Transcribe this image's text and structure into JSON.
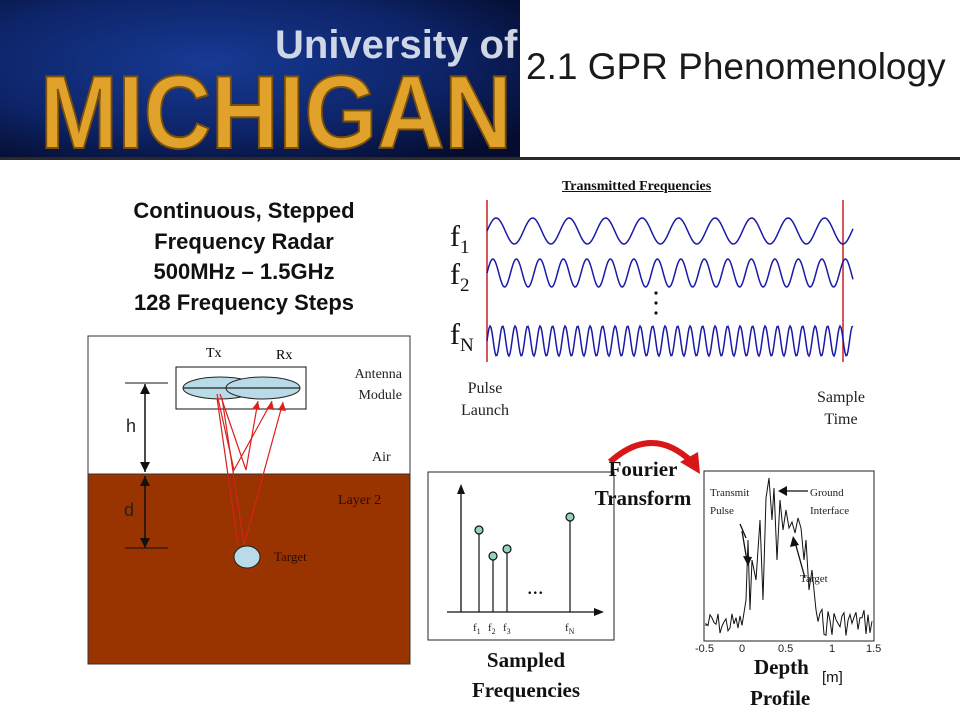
{
  "header": {
    "logo_line1": "University of",
    "logo_line2": "MICHIGAN",
    "title": "2.1 GPR Phenomenology"
  },
  "radar": {
    "lines": [
      "Continuous, Stepped",
      "Frequency Radar",
      "500MHz – 1.5GHz",
      "128 Frequency Steps"
    ]
  },
  "antenna": {
    "tx": "Tx",
    "rx": "Rx",
    "module_line1": "Antenna",
    "module_line2": "Module",
    "air": "Air",
    "layer2": "Layer 2",
    "target": "Target",
    "h": "h",
    "d": "d"
  },
  "transmitted": {
    "title": "Transmitted Frequencies",
    "f": "f",
    "sub1": "1",
    "sub2": "2",
    "subN": "N",
    "pulse_line1": "Pulse",
    "pulse_line2": "Launch",
    "sample_line1": "Sample",
    "sample_line2": "Time"
  },
  "fourier": {
    "line1": "Fourier",
    "line2": "Transform"
  },
  "sampled": {
    "f": "f",
    "sub1": "1",
    "sub2": "2",
    "sub3": "3",
    "subN": "N",
    "ellipsis": "...",
    "label_line1": "Sampled",
    "label_line2": "Frequencies"
  },
  "depth": {
    "transmit_line1": "Transmit",
    "transmit_line2": "Pulse",
    "ground_line1": "Ground",
    "ground_line2": "Interface",
    "target": "Target",
    "ticks": [
      "-0.5",
      "0",
      "0.5",
      "1",
      "1.5"
    ],
    "label_line1": "Depth",
    "unit": "[m]",
    "label_line2": "Profile"
  },
  "colors": {
    "wave": "#1a1aa8",
    "marker": "#c82020",
    "soil": "#993300",
    "logo_bg": "#0b1f63",
    "logo_text": "#e0a22a"
  }
}
